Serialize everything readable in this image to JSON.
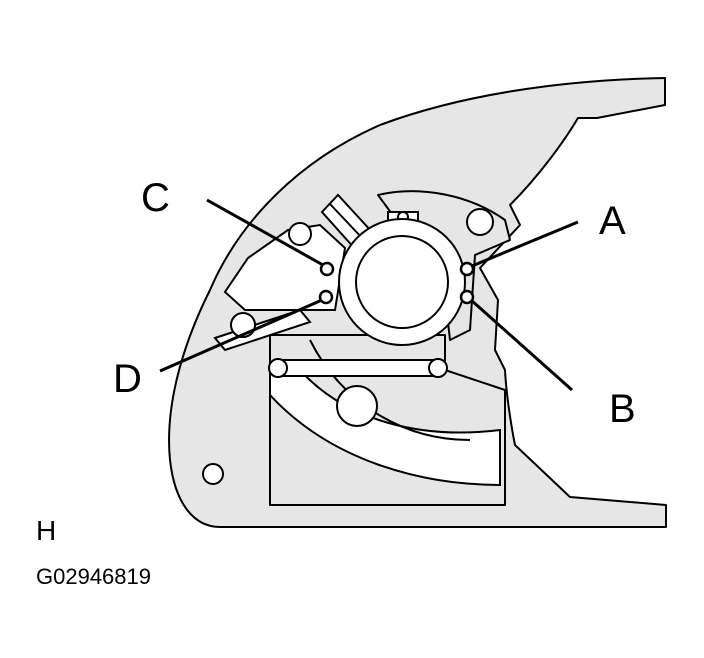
{
  "callouts": {
    "a": "A",
    "b": "B",
    "c": "C",
    "d": "D"
  },
  "figure_letter": "H",
  "figure_code": "G02946819",
  "colors": {
    "line": "#000000",
    "fill": "#e6e6e6",
    "background": "#ffffff"
  }
}
